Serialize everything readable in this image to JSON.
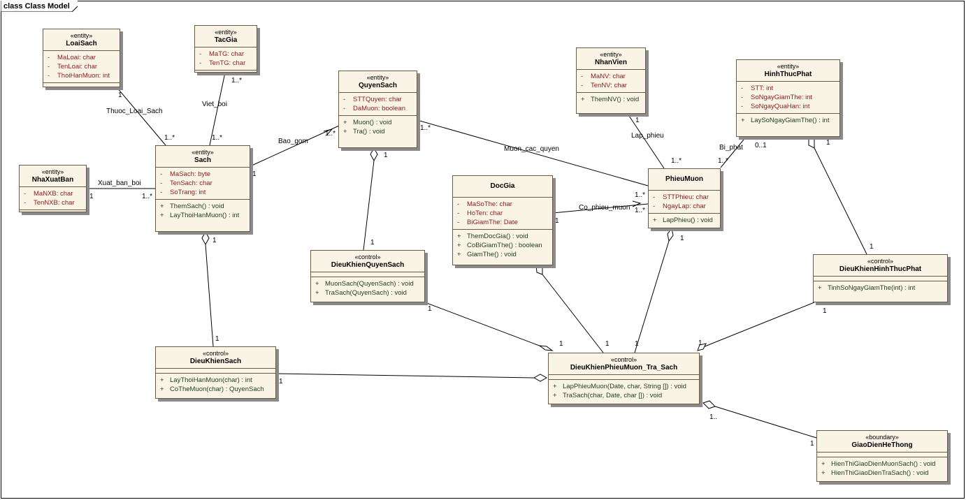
{
  "frame": {
    "title": "class Class Model"
  },
  "classes": {
    "LoaiSach": {
      "stereotype": "«entity»",
      "name": "LoaiSach",
      "attributes": [
        {
          "vis": "-",
          "text": "MaLoai:  char"
        },
        {
          "vis": "-",
          "text": "TenLoai:  char"
        },
        {
          "vis": "-",
          "text": "ThoiHanMuon:  int"
        }
      ],
      "operations": []
    },
    "TacGia": {
      "stereotype": "«entity»",
      "name": "TacGia",
      "attributes": [
        {
          "vis": "-",
          "text": "MaTG:  char"
        },
        {
          "vis": "-",
          "text": "TenTG:  char"
        }
      ],
      "operations": []
    },
    "QuyenSach": {
      "stereotype": "«entity»",
      "name": "QuyenSach",
      "attributes": [
        {
          "vis": "-",
          "text": "STTQuyen:  char"
        },
        {
          "vis": "-",
          "text": "DaMuon:  boolean"
        }
      ],
      "operations": [
        {
          "vis": "+",
          "text": "Muon() : void"
        },
        {
          "vis": "+",
          "text": "Tra() : void"
        }
      ]
    },
    "NhanVien": {
      "stereotype": "«entity»",
      "name": "NhanVien",
      "attributes": [
        {
          "vis": "-",
          "text": "MaNV:  char"
        },
        {
          "vis": "-",
          "text": "TenNV:  char"
        }
      ],
      "operations": [
        {
          "vis": "+",
          "text": "ThemNV() : void"
        }
      ]
    },
    "HinhThucPhat": {
      "stereotype": "«entity»",
      "name": "HinhThucPhat",
      "attributes": [
        {
          "vis": "-",
          "text": "STT:  int"
        },
        {
          "vis": "-",
          "text": "SoNgayGiamThe:  int"
        },
        {
          "vis": "-",
          "text": "SoNgayQuaHan:  int"
        }
      ],
      "operations": [
        {
          "vis": "+",
          "text": "LaySoNgayGiamThe() : int"
        }
      ]
    },
    "Sach": {
      "stereotype": "«entity»",
      "name": "Sach",
      "attributes": [
        {
          "vis": "-",
          "text": "MaSach:  byte"
        },
        {
          "vis": "-",
          "text": "TenSach:  char"
        },
        {
          "vis": "-",
          "text": "SoTrang:  int"
        }
      ],
      "operations": [
        {
          "vis": "+",
          "text": "ThemSach() : void"
        },
        {
          "vis": "+",
          "text": "LayThoiHanMuon() : int"
        }
      ]
    },
    "NhaXuatBan": {
      "stereotype": "«entity»",
      "name": "NhaXuatBan",
      "attributes": [
        {
          "vis": "-",
          "text": "MaNXB:  char"
        },
        {
          "vis": "-",
          "text": "TenNXB:  char"
        }
      ],
      "operations": []
    },
    "DocGia": {
      "stereotype": "",
      "name": "DocGia",
      "attributes": [
        {
          "vis": "-",
          "text": "MaSoThe:  char"
        },
        {
          "vis": "-",
          "text": "HoTen:  char"
        },
        {
          "vis": "-",
          "text": "BiGiamThe:  Date"
        }
      ],
      "operations": [
        {
          "vis": "+",
          "text": "ThemDocGia() : void"
        },
        {
          "vis": "+",
          "text": "CoBiGiamThe() : boolean"
        },
        {
          "vis": "+",
          "text": "GiamThe() : void"
        }
      ]
    },
    "PhieuMuon": {
      "stereotype": "",
      "name": "PhieuMuon",
      "attributes": [
        {
          "vis": "-",
          "text": "STTPhieu:  char"
        },
        {
          "vis": "-",
          "text": "NgayLap:  char"
        }
      ],
      "operations": [
        {
          "vis": "+",
          "text": "LapPhieu() : void"
        }
      ]
    },
    "DieuKhienQuyenSach": {
      "stereotype": "«control»",
      "name": "DieuKhienQuyenSach",
      "attributes": [],
      "operations": [
        {
          "vis": "+",
          "text": "MuonSach(QuyenSach) : void"
        },
        {
          "vis": "+",
          "text": "TraSach(QuyenSach) : void"
        }
      ]
    },
    "DieuKhienHinhThucPhat": {
      "stereotype": "«control»",
      "name": "DieuKhienHinhThucPhat",
      "attributes": [],
      "operations": [
        {
          "vis": "+",
          "text": "TinhSoNgayGiamThe(int) : int"
        }
      ]
    },
    "DieuKhienSach": {
      "stereotype": "«control»",
      "name": "DieuKhienSach",
      "attributes": [],
      "operations": [
        {
          "vis": "+",
          "text": "LayThoiHanMuon(char) : int"
        },
        {
          "vis": "+",
          "text": "CoTheMuon(char) : QuyenSach"
        }
      ]
    },
    "DieuKhienPhieuMuon_Tra_Sach": {
      "stereotype": "«control»",
      "name": "DieuKhienPhieuMuon_Tra_Sach",
      "attributes": [],
      "operations": [
        {
          "vis": "+",
          "text": "LapPhieuMuon(Date, char, String []) : void"
        },
        {
          "vis": "+",
          "text": "TraSach(char, Date, char []) : void"
        }
      ]
    },
    "GiaoDienHeThong": {
      "stereotype": "«boundary»",
      "name": "GiaoDienHeThong",
      "attributes": [],
      "operations": [
        {
          "vis": "+",
          "text": "HienThiGiaoDienMuonSach() : void"
        },
        {
          "vis": "+",
          "text": "HienThiGiaoDienTraSach() : void"
        }
      ]
    }
  },
  "associations": [
    {
      "name": "Thuoc_Loai_Sach",
      "end1": "1",
      "end2": "1..*"
    },
    {
      "name": "Viet_boi",
      "end1": "1..*",
      "end2": "1..*"
    },
    {
      "name": "Xuat_ban_boi",
      "end1": "1",
      "end2": "1..*"
    },
    {
      "name": "Bao_gom",
      "end1": "1",
      "end2": "1..*"
    },
    {
      "name": "Muon_cac_quyen",
      "end1": "1..*",
      "end2": ""
    },
    {
      "name": "Lap_phieu",
      "end1": "1",
      "end2": "1..*"
    },
    {
      "name": "Bi_phat",
      "end1": "0..1",
      "end2": "1..*"
    },
    {
      "name": "Co_phieu_muon",
      "end1": "1",
      "end2": "1..*"
    }
  ],
  "multiplicities": {
    "pm_muon": "1..*",
    "qs_dkqs_top": "1",
    "qs_dkqs_bot": "1",
    "htp_dk_top": "1",
    "htp_dk_bot": "1",
    "sach_dks_top": "1",
    "sach_dks_bot": "1",
    "dkqs_main_a": "1",
    "dkqs_main_b": "1",
    "dg_main": "1",
    "pm_main_top": "1",
    "pm_main_bot": "1",
    "dkhtp_main_a": "1",
    "dkhtp_main_b": "1",
    "dks_main": "1",
    "main_gd": "1..",
    "gd_end": "1"
  }
}
